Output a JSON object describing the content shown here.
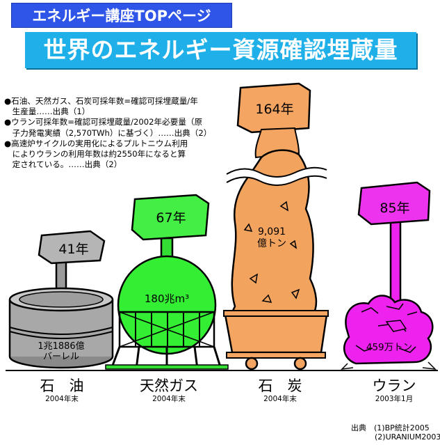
{
  "header": {
    "top_link": "エネルギー講座TOPページ",
    "title": "世界のエネルギー資源確認埋蔵量"
  },
  "notes": [
    "●石油、天然ガス、石炭可採年数=確認可採埋蔵量/年",
    "　生産量……出典（1）",
    "●ウラン可採年数=確認可採埋蔵量/2002年必要量（原",
    "　子力発電実績（2,570TWh）に基づく）……出典（2）",
    "●高速炉サイクルの実用化によるプルトニウム利用",
    "　によりウランの利用年数は約2550年になると算",
    "　定されている。……出典（2）"
  ],
  "resources": [
    {
      "name": "石　油",
      "years": "41年",
      "reserve_line1": "1兆1886億",
      "reserve_line2": "バーレル",
      "date": "2004年末",
      "color": "#b0b0b0"
    },
    {
      "name": "天然ガス",
      "years": "67年",
      "reserve_line1": "180兆m³",
      "reserve_line2": "",
      "date": "2004年末",
      "color": "#33ee33"
    },
    {
      "name": "石　炭",
      "years": "164年",
      "reserve_line1": "9,091",
      "reserve_line2": "億トン",
      "date": "2004年末",
      "color": "#f4a562"
    },
    {
      "name": "ウラン",
      "years": "85年",
      "reserve_line1": "459万トン",
      "reserve_line2": "",
      "date": "2003年1月",
      "color": "#ee22ee"
    }
  ],
  "sources": {
    "line1": "出典　(1)BP統計2005",
    "line2": "(2)URANIUM2003"
  }
}
